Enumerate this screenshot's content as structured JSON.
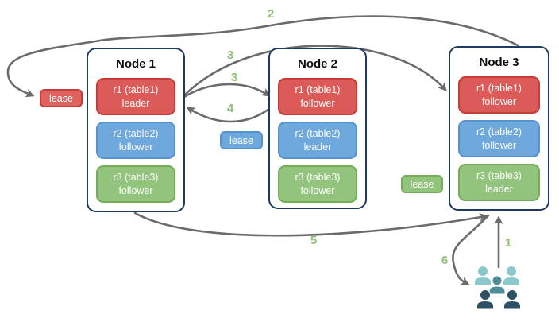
{
  "diagram": {
    "nodes": [
      {
        "title": "Node 1",
        "replicas": [
          {
            "name": "r1 (table1)",
            "role": "leader",
            "color": "#DC5B59"
          },
          {
            "name": "r2 (table2)",
            "role": "follower",
            "color": "#6FA8DC"
          },
          {
            "name": "r3 (table3)",
            "role": "follower",
            "color": "#93C47D"
          }
        ]
      },
      {
        "title": "Node 2",
        "replicas": [
          {
            "name": "r1 (table1)",
            "role": "follower",
            "color": "#DC5B59"
          },
          {
            "name": "r2 (table2)",
            "role": "leader",
            "color": "#6FA8DC"
          },
          {
            "name": "r3 (table3)",
            "role": "follower",
            "color": "#93C47D"
          }
        ]
      },
      {
        "title": "Node 3",
        "replicas": [
          {
            "name": "r1 (table1)",
            "role": "follower",
            "color": "#DC5B59"
          },
          {
            "name": "r2 (table2)",
            "role": "follower",
            "color": "#6FA8DC"
          },
          {
            "name": "r3 (table3)",
            "role": "leader",
            "color": "#93C47D"
          }
        ]
      }
    ],
    "leases": [
      {
        "label": "lease",
        "color": "#E0625F"
      },
      {
        "label": "lease",
        "color": "#6FA8DC"
      },
      {
        "label": "lease",
        "color": "#93C47D"
      }
    ],
    "arrow_labels": {
      "step1": "1",
      "step2": "2",
      "step3a": "3",
      "step3b": "3",
      "step4": "4",
      "step5": "5",
      "step6": "6"
    },
    "colors": {
      "node_border": "#1E3A5F",
      "arrow": "#6B6B6B",
      "flow_label_green": "#90C174",
      "people_light": "#8BC8CC",
      "people_mid": "#4F8D98",
      "people_dark": "#2C5164"
    }
  }
}
